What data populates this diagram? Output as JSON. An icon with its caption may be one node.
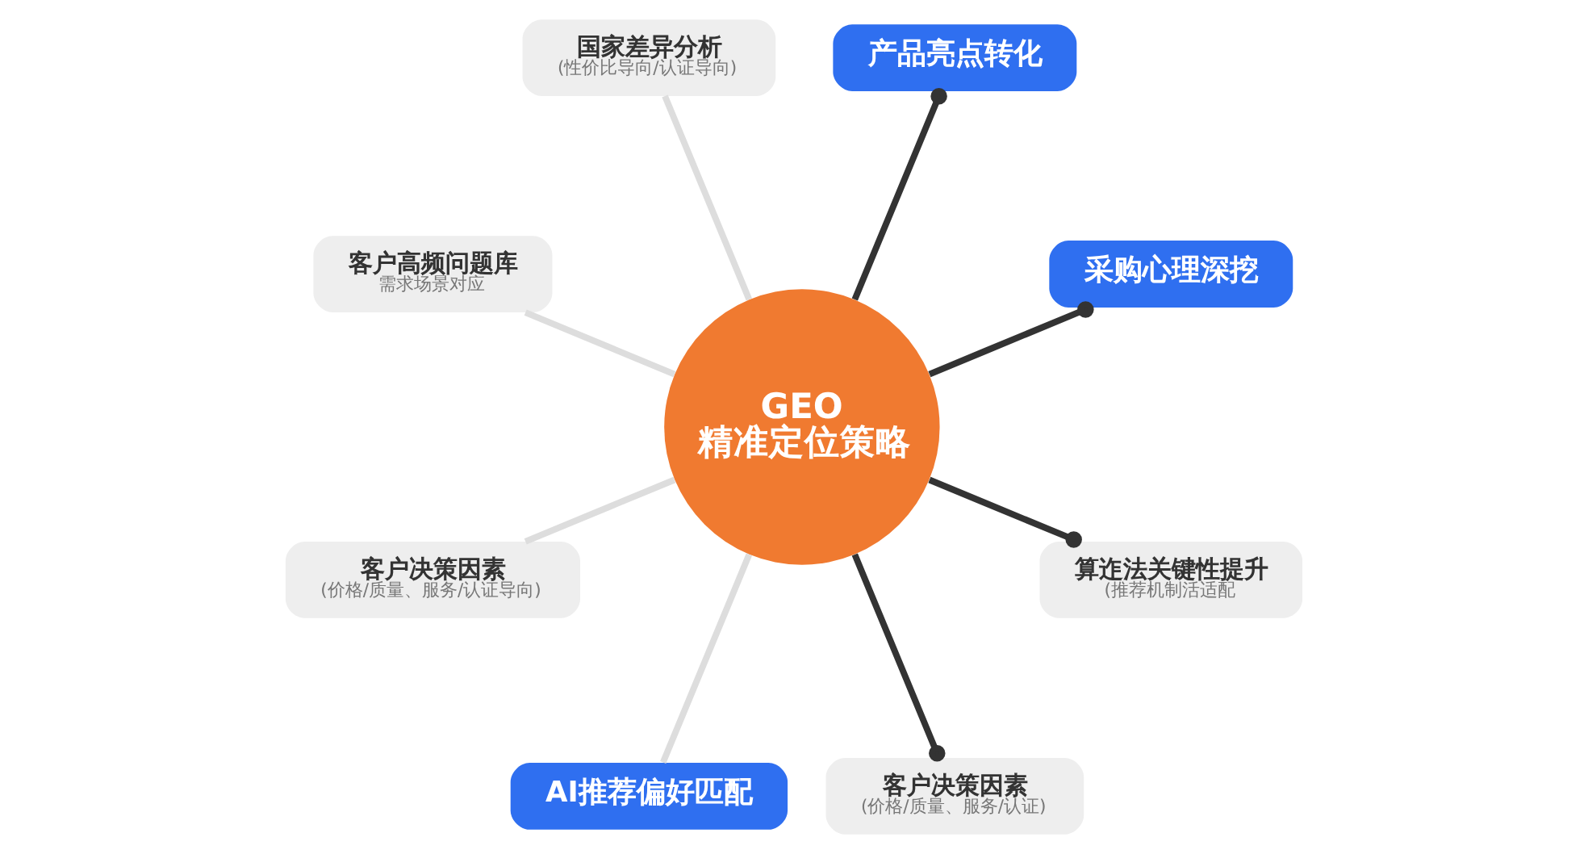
{
  "diagram": {
    "nodes": [
      {
        "text": [
          "GEO 精准定位策略"
        ]
      },
      {
        "text": [
          "采购心理深挖"
        ]
      },
      {
        "text": [
          "产品亮点转化"
        ]
      },
      {
        "text": [
          "国家差异分析",
          "(性价比导向/认证导向)"
        ]
      },
      {
        "text": [
          "客户高频问题库",
          "需求场景对应"
        ]
      },
      {
        "text": [
          "客户决策因素",
          "(价格/质量、服务/认证导向)"
        ]
      },
      {
        "text": [
          "AI推荐偏好匹配"
        ]
      },
      {
        "text": [
          "客户决策因素",
          "(价格/质量、服务/认证)"
        ]
      },
      {
        "text": [
          "算迮法关键性提升",
          "(推荐机制活适配"
        ]
      }
    ],
    "edges": [
      {
        "from": 0,
        "to": 2,
        "arrow": "other"
      },
      {
        "from": 0,
        "to": 4,
        "arrow": "none",
        "color": "#dddddd"
      },
      {
        "from": 0,
        "to": 6,
        "arrow": "none",
        "color": "#dddddd"
      },
      {
        "from": 0,
        "to": 8,
        "arrow": "other"
      },
      {
        "from": 0,
        "to": 7,
        "arrow": "other"
      },
      {
        "from": 0,
        "to": 5,
        "arrow": "none",
        "color": "#dddddd"
      },
      {
        "from": 0,
        "to": 3,
        "arrow": "none",
        "color": "#dddddd"
      },
      {
        "from": 0,
        "to": 1,
        "arrow": "other"
      }
    ]
  }
}
